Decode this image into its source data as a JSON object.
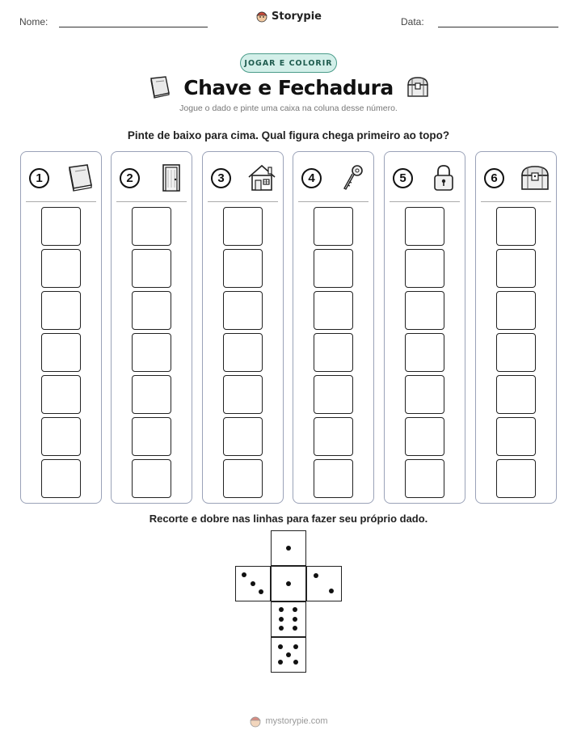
{
  "header": {
    "name_label": "Nome:",
    "date_label": "Data:",
    "brand": "Storypie"
  },
  "badge": "JOGAR E COLORIR",
  "title": "Chave e Fechadura",
  "subtitle": "Jogue o dado e pinte uma caixa na coluna desse número.",
  "instruction": "Pinte de baixo para cima. Qual figura chega primeiro ao topo?",
  "columns": [
    {
      "number": "1",
      "icon": "book-icon",
      "boxes": 7
    },
    {
      "number": "2",
      "icon": "door-icon",
      "boxes": 7
    },
    {
      "number": "3",
      "icon": "house-icon",
      "boxes": 7
    },
    {
      "number": "4",
      "icon": "key-icon",
      "boxes": 7
    },
    {
      "number": "5",
      "icon": "padlock-icon",
      "boxes": 7
    },
    {
      "number": "6",
      "icon": "treasure-chest-icon",
      "boxes": 7
    }
  ],
  "cut_instruction": "Recorte e dobre nas linhas para fazer seu próprio dado.",
  "die_net_faces": [
    1,
    3,
    2,
    6,
    5
  ],
  "footer": "mystorypie.com"
}
